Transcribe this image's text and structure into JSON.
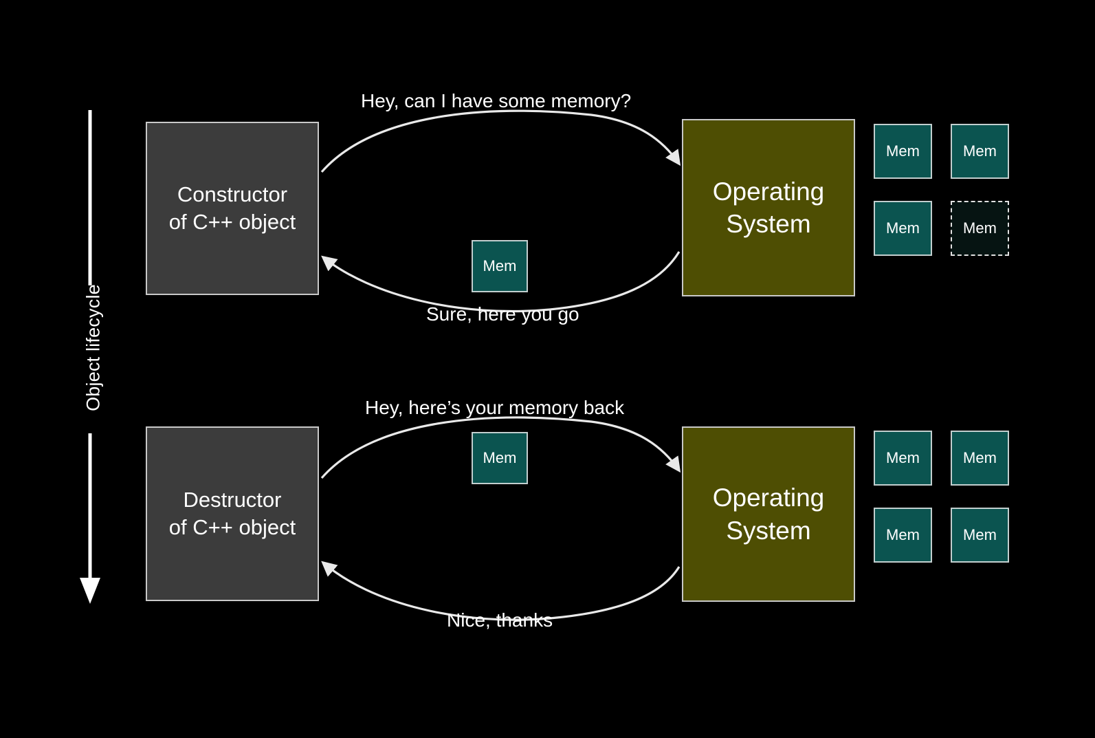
{
  "slide": {
    "background_color": "#000000",
    "axis": {
      "label": "Object lifecycle",
      "direction": "down",
      "color": "#ffffff"
    },
    "colors": {
      "background": "#000000",
      "caller_box": "#3c3c3c",
      "os_box": "#4e4e03",
      "memory_block": "#0b5450",
      "memory_block_free": "#061412",
      "border": "#c9c9c9",
      "text": "#ffffff"
    }
  },
  "phases": [
    {
      "id": "construction",
      "caller": {
        "line1": "Constructor",
        "line2": "of C++ object"
      },
      "os": {
        "line1": "Operating",
        "line2": "System"
      },
      "request_caption": "Hey, can I have some memory?",
      "response_caption": "Sure, here you go",
      "transit_block_label": "Mem",
      "memory_grid": [
        {
          "label": "Mem",
          "state": "allocated"
        },
        {
          "label": "Mem",
          "state": "allocated"
        },
        {
          "label": "Mem",
          "state": "allocated"
        },
        {
          "label": "Mem",
          "state": "free"
        }
      ]
    },
    {
      "id": "destruction",
      "caller": {
        "line1": "Destructor",
        "line2": "of C++ object"
      },
      "os": {
        "line1": "Operating",
        "line2": "System"
      },
      "request_caption": "Hey, here’s your memory back",
      "response_caption": "Nice, thanks",
      "transit_block_label": "Mem",
      "memory_grid": [
        {
          "label": "Mem",
          "state": "allocated"
        },
        {
          "label": "Mem",
          "state": "allocated"
        },
        {
          "label": "Mem",
          "state": "allocated"
        },
        {
          "label": "Mem",
          "state": "allocated"
        }
      ]
    }
  ]
}
